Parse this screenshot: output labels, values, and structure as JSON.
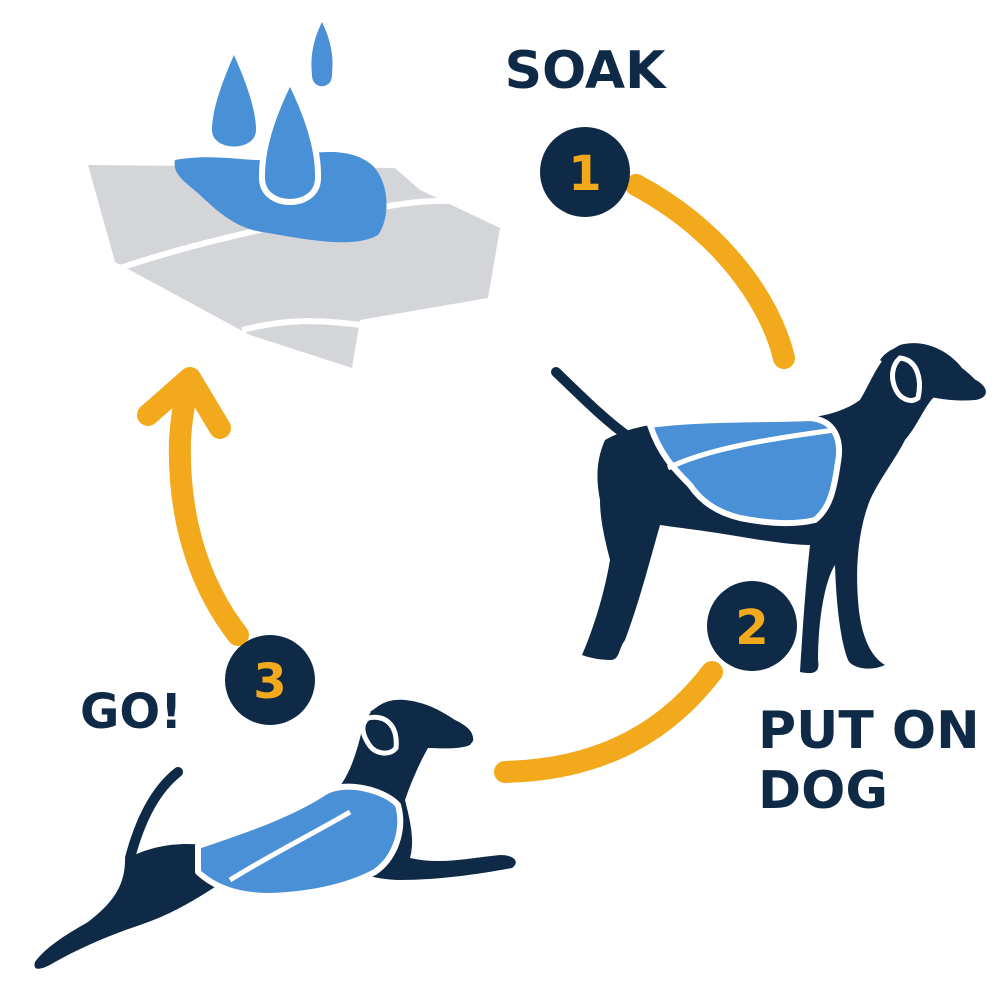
{
  "colors": {
    "navy": "#0f2a47",
    "orange": "#f2a91b",
    "blue": "#4a90d6",
    "gray": "#d3d5d8",
    "white": "#ffffff"
  },
  "steps": [
    {
      "number": "1",
      "label": "SOAK"
    },
    {
      "number": "2",
      "label_line1": "PUT ON",
      "label_line2": "DOG"
    },
    {
      "number": "3",
      "label": "GO!"
    }
  ]
}
